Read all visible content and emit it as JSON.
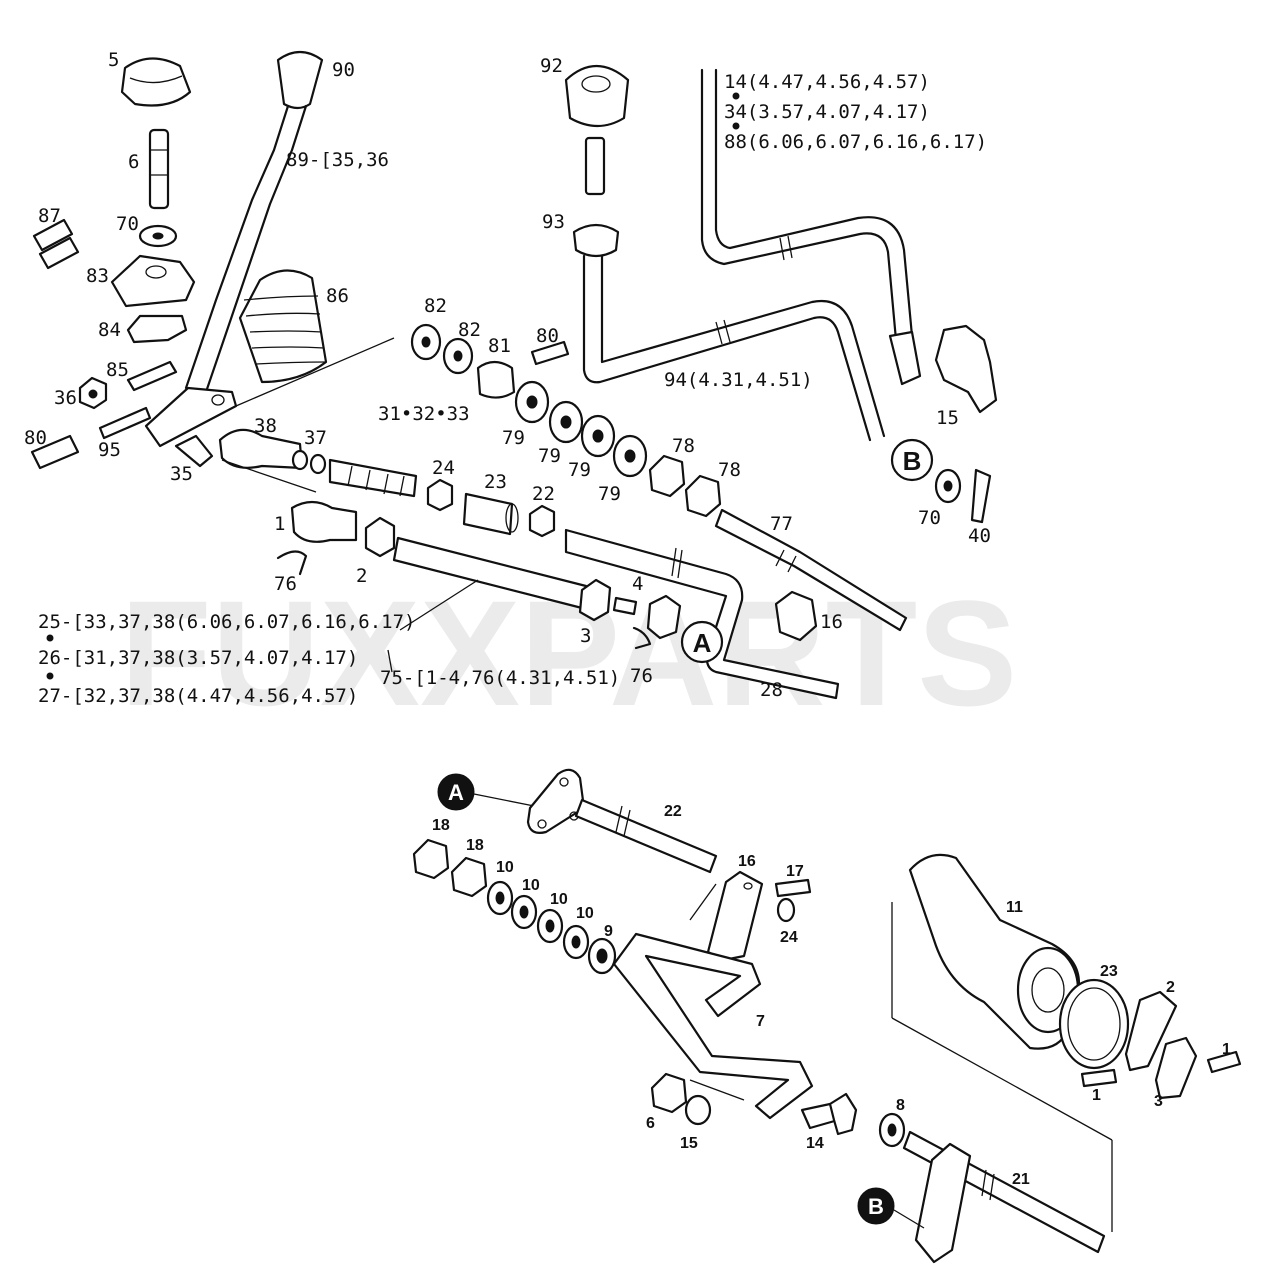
{
  "colors": {
    "ink": "#111111",
    "watermark_gray": "#d8d8d8",
    "watermark_gold": "#f2d27a"
  },
  "watermark": "FUXXPARTS",
  "top_labels": {
    "l5": "5",
    "l90": "90",
    "l6": "6",
    "l89": "89-[35,36",
    "l87": "87",
    "l70a": "70",
    "l83": "83",
    "l86": "86",
    "l84": "84",
    "l85": "85",
    "l36": "36",
    "l80a": "80",
    "l95": "95",
    "l35": "35",
    "l38": "38",
    "l37": "37",
    "l3133": "31•32•33",
    "l24": "24",
    "l23": "23",
    "l22": "22",
    "l1": "1",
    "l2": "2",
    "l76a": "76",
    "l4": "4",
    "l3": "3",
    "l76b": "76",
    "l16": "16",
    "l28": "28",
    "l82a": "82",
    "l82b": "82",
    "l81": "81",
    "l80b": "80",
    "l79a": "79",
    "l79b": "79",
    "l79c": "79",
    "l79d": "79",
    "l78a": "78",
    "l78b": "78",
    "l77": "77",
    "l92": "92",
    "l93": "93",
    "l94": "94(4.31,4.51)",
    "l14": "14(4.47,4.56,4.57)",
    "l34": "34(3.57,4.07,4.17)",
    "l88": "88(6.06,6.07,6.16,6.17)",
    "l15": "15",
    "l70b": "70",
    "l40": "40",
    "l25": "25-[33,37,38(6.06,6.07,6.16,6.17)",
    "l26": "26-[31,37,38(3.57,4.07,4.17)",
    "l27": "27-[32,37,38(4.47,4.56,4.57)",
    "l75": "75-[1-4,76(4.31,4.51)",
    "callA": "A",
    "callB": "B"
  },
  "bottom_labels": {
    "cA": "A",
    "cB": "B",
    "b22": "22",
    "b18a": "18",
    "b18b": "18",
    "b10a": "10",
    "b10b": "10",
    "b10c": "10",
    "b10d": "10",
    "b9": "9",
    "b16": "16",
    "b17": "17",
    "b24": "24",
    "b7": "7",
    "b11": "11",
    "b23": "23",
    "b2": "2",
    "b1a": "1",
    "b1b": "1",
    "b3": "3",
    "b6": "6",
    "b15": "15",
    "b14": "14",
    "b8": "8",
    "b21": "21"
  }
}
